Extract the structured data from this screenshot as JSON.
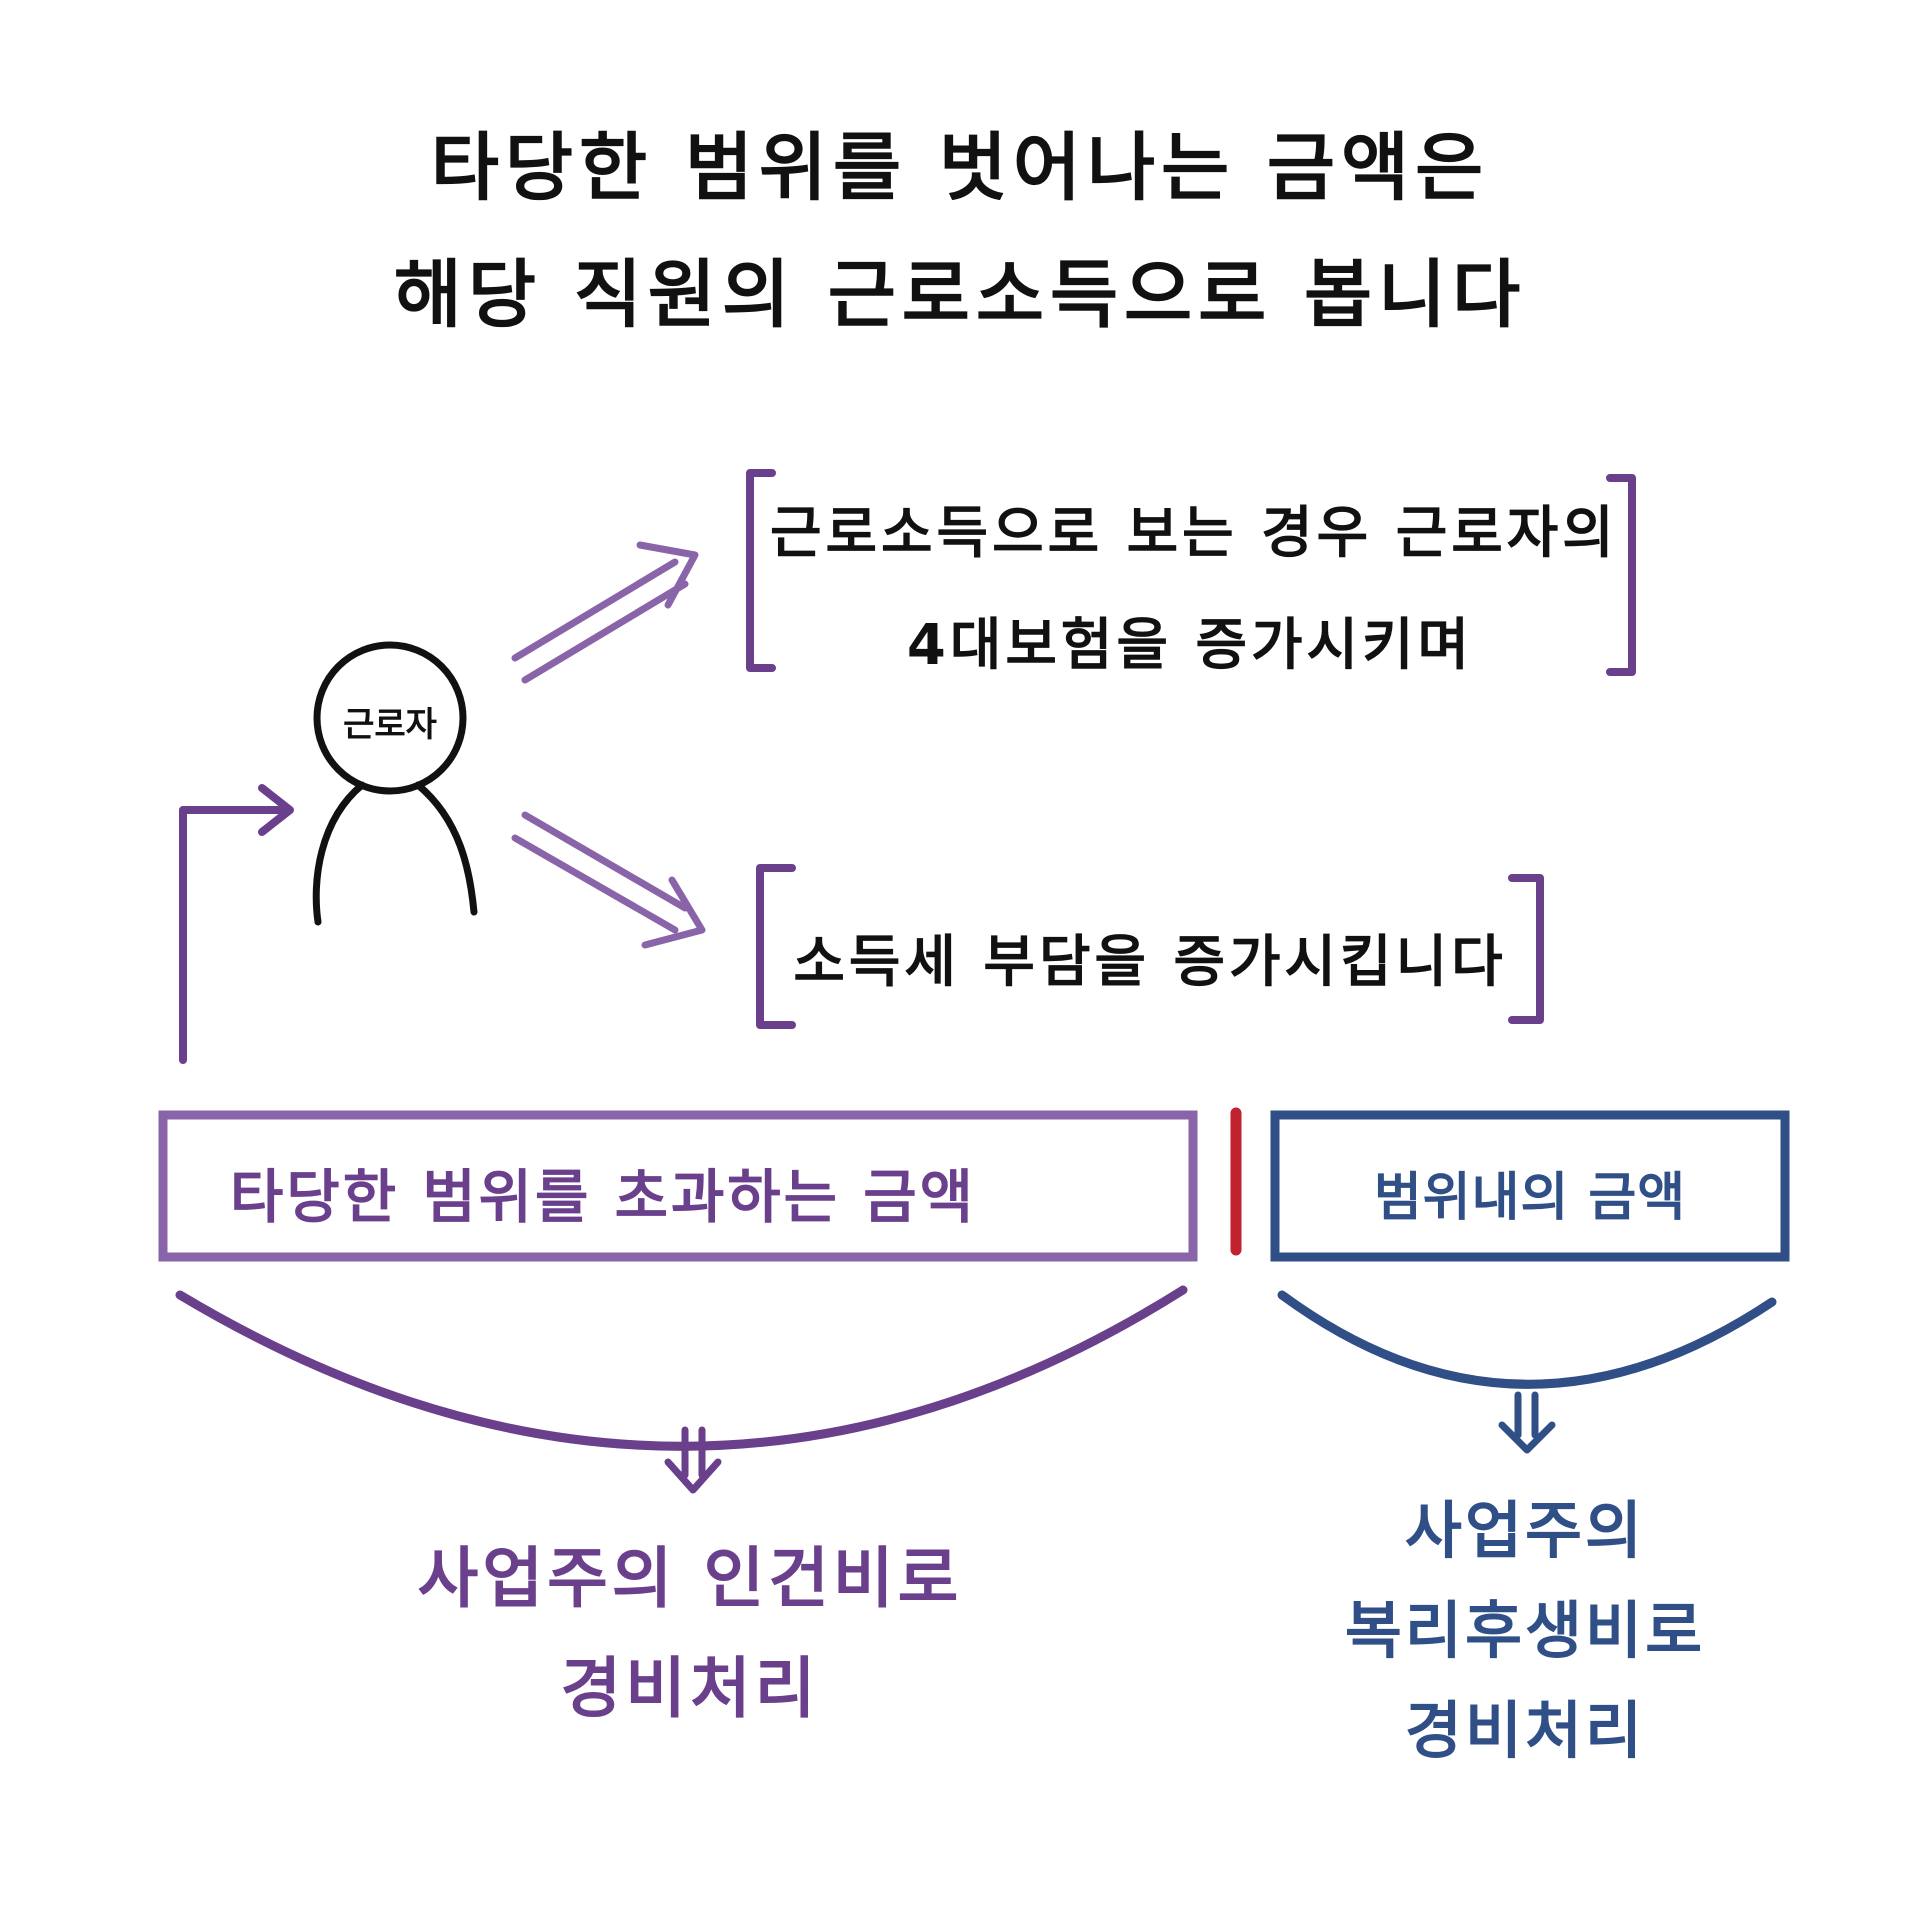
{
  "title": {
    "line1": "타당한 범위를 벗어나는 금액은",
    "line2": "해당 직원의 근로소득으로 봅니다"
  },
  "worker": {
    "label": "근로자"
  },
  "outcomes": {
    "insurance_line1": "근로소득으로 보는 경우 근로자의",
    "insurance_line2": "4대보험을 증가시키며",
    "tax": "소득세 부담을 증가시킵니다"
  },
  "boxes": {
    "excess": "타당한 범위를 초과하는 금액",
    "within": "범위내의 금액"
  },
  "results": {
    "excess_line1": "사업주의 인건비로",
    "excess_line2": "경비처리",
    "within_line1": "사업주의",
    "within_line2": "복리후생비로",
    "within_line3": "경비처리"
  },
  "colors": {
    "ink": "#111111",
    "purple": "#6a3f8c",
    "light_purple": "#8a64a8",
    "blue": "#2f4f86",
    "red_divider": "#c0232f"
  }
}
